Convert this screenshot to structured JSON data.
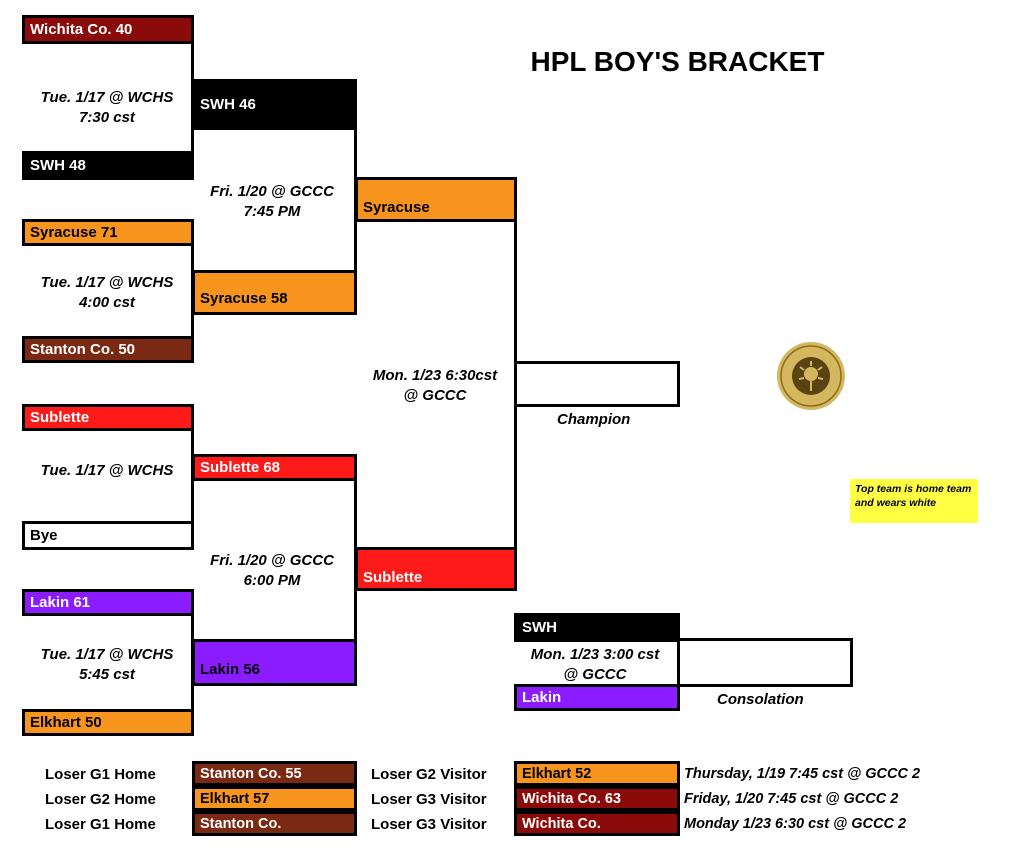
{
  "title": "HPL BOY'S BRACKET",
  "colors": {
    "maroon": "#8b0a0a",
    "brown": "#7a2a12",
    "black": "#000000",
    "orange": "#f7941d",
    "red": "#ff1a1a",
    "purple": "#8a1cff",
    "white": "#ffffff",
    "note_yellow": "#ffff44"
  },
  "round1": {
    "g1_top": "Wichita Co. 40",
    "g1_bottom": "SWH 48",
    "g1_info": [
      "Tue. 1/17  @ WCHS",
      "7:30 cst"
    ],
    "g2_top": "Syracuse 71",
    "g2_bottom": "Stanton Co. 50",
    "g2_info": [
      "Tue. 1/17  @ WCHS",
      "4:00 cst"
    ],
    "g3_top": "Sublette",
    "g3_bottom": "Bye",
    "g3_info": [
      "Tue. 1/17  @ WCHS"
    ],
    "g4_top": "Lakin 61",
    "g4_bottom": "Elkhart 50",
    "g4_info": [
      "Tue. 1/17  @ WCHS",
      "5:45 cst"
    ]
  },
  "semis": {
    "s1_top": "SWH 46",
    "s1_bottom": "Syracuse 58",
    "s1_info": [
      "Fri. 1/20 @ GCCC",
      "7:45 PM"
    ],
    "s2_top": "Sublette 68",
    "s2_bottom": "Lakin 56",
    "s2_info": [
      "Fri. 1/20 @ GCCC",
      "6:00 PM"
    ]
  },
  "finals": {
    "f_top": "Syracuse",
    "f_bottom": "Sublette",
    "f_info": [
      "Mon. 1/23 6:30cst",
      "@ GCCC"
    ],
    "champion_label": "Champion"
  },
  "consolation": {
    "c_top": "SWH",
    "c_bottom": "Lakin",
    "c_info": [
      "Mon. 1/23 3:00 cst",
      "@ GCCC"
    ],
    "label": "Consolation"
  },
  "note": "Top team is home team and wears white",
  "logo_icon": "league-seal-icon",
  "legend": [
    {
      "home_label": "Loser G1 Home",
      "home_team": "Stanton Co. 55",
      "visitor_label": "Loser G2 Visitor",
      "visitor_team": "Elkhart 52",
      "schedule": "Thursday, 1/19 7:45 cst @ GCCC 2"
    },
    {
      "home_label": "Loser G2 Home",
      "home_team": "Elkhart 57",
      "visitor_label": "Loser G3 Visitor",
      "visitor_team": "Wichita Co. 63",
      "schedule": "Friday, 1/20 7:45 cst @ GCCC 2"
    },
    {
      "home_label": "Loser G1 Home",
      "home_team": "Stanton Co.",
      "visitor_label": "Loser G3 Visitor",
      "visitor_team": "Wichita Co.",
      "schedule": "Monday 1/23 6:30 cst @ GCCC 2"
    }
  ]
}
